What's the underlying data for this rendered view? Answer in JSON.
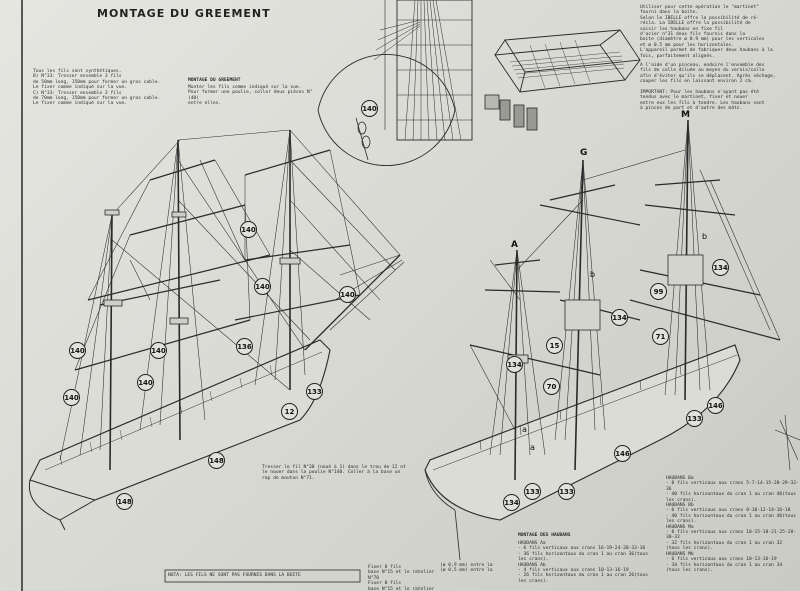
{
  "title": "MONTAGE DU GREEMENT",
  "notes": {
    "top_left": "Tous les fils sont synthétiques.\nB) N°33: Tresser ensemble 3 fils\nde 50mm long, 150mm pour former un gros cable.\nLe fixer comme indiqué sur la vue.\nC) N°33: Tresser ensemble 3 fils\nde 70mm long, 150mm pour former un gros cable.\nLe fixer comme indiqué sur la vue.",
    "montage_heading": "MONTAGE DU GREEMENT",
    "montage_body": "Monter les fils comme indiqué sur la vue.\nPour former une poulie, coller deux pièces N°(40)\nentre elles.",
    "top_right": "Utiliser pour cette opération le \"martinet\"\nfourni dans la boite.\nSelon le IBELLE offre la possibilité de ré-\nrécla. La IBELLE offre la possibilité de\nsaisir les haubans en fixe fil\nd'acier n°31 deux fils fournis dans la\nboite (diamètre ø 0.9 mm) pour les verticales\net ø 0.5 mm pour les horizontales.\nL'appareil permet de fabriquer deux haubans à la\nfois, parfaitement alignés.",
    "right_mid": "A l'aide d'un pinceau, enduire l'ensemble des\nfils de colle diluée au moyen du vernis/colle\nafin d'éviter qu'ils se déplacent. Après séchage,\ncouper les fils en laissant environ 2 cm.\n\nIMPORTANT: Pour les haubans n'ayant pas été\ntendus avec le martinet, fixer et nouer\nentre eux les fils à tendre. Les haubans sont\nà pinces de part et d'autre des mâts.",
    "bottom_center": "Tresser le fil N°38 (noué à 1) dans le trou de 12 et\nle nouer dans la poulie N°140. Coller à la base un\nrap de mouton N°71.",
    "bottom_left_box": "NOTA: LES FILS NE SONT PAS FOURNIS DANS LA BOITE",
    "bottom_mid": "Fixer 8 fils\nbase N°15 et le ratelier N°70\nFixer 8 fils\nbase N°15 et le ratelier N°70",
    "bottom_mid_right": "(ø 0,9 mm) entre la\n(ø 0,5 mm) entre la",
    "montage_haubans_heading": "MONTAGE DES HAUBANS",
    "haubans_col1": "HAUBANS Aa\n- 6 fils verticaux aux crans 16-19-24-28-33-36\n- 36 fils horizontaux du cran 1 au cran 36(tous\n  les crans).\nHAUBANS Ab\n- 4 fils verticaux aux crans 10-13-16-19\n- 26 fils horizontaux du cran 1 au cran 26(tous\n  les crans).",
    "haubans_col2": "HAUBANS Ba\n- 8 fils verticaux aux crans 5-7-14-15-20-29-32-36\n- 40 fils horizontaux du cran 1 au cran 40(tous\n  les crans).\nHAUBANS Bb\n- 6 fils verticaux aux crans 8-10-12-14-16-18\n- 40 fils horizontaux du cran 1 au cran 40(tous\n  les crans).\nHAUBANS Ma\n- 8 fils verticaux aux crans 10-15-18-21-25-28-30-32\n- 32 fils horizontaux du cran 1 au cran 32\n  (tous les crans).\nHAUBANS Mb\n- 6 fils verticaux aux crans 10-13-16-19\n- 34 fils horizontaux du cran 1 au cran 34\n  (tous les crans)."
  },
  "callouts_left": [
    "140",
    "140",
    "140",
    "140",
    "140",
    "140",
    "136",
    "133",
    "12",
    "148",
    "148",
    "140"
  ],
  "callouts_right": [
    "134",
    "15",
    "70",
    "134",
    "133",
    "133",
    "146",
    "71",
    "99",
    "134",
    "133",
    "146"
  ],
  "mast_labels": [
    "A",
    "G",
    "M"
  ],
  "small_labels": [
    "a",
    "b",
    "b",
    "a"
  ],
  "colors": {
    "paper": "#e2e2dc",
    "ink": "#222222"
  }
}
